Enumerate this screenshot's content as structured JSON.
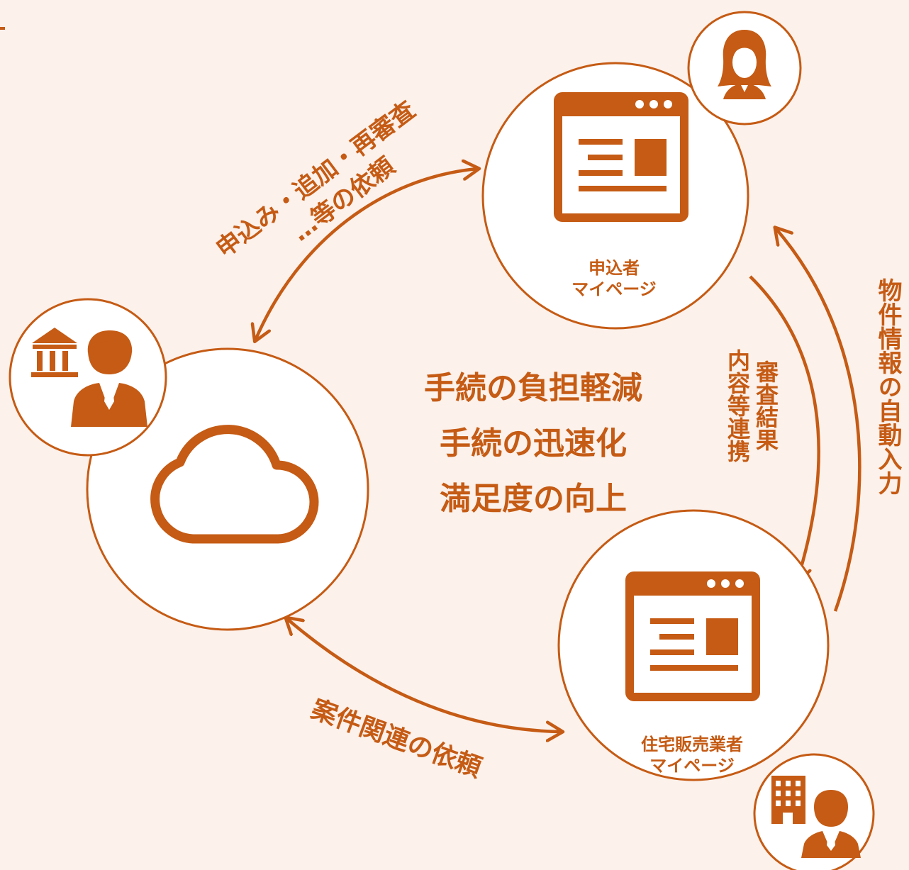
{
  "colors": {
    "accent": "#c55b14",
    "background": "#fcf1eb",
    "node_fill": "#ffffff"
  },
  "nodes": {
    "applicant": {
      "line1": "申込者",
      "line2": "マイページ",
      "icon": "browser-window-icon",
      "badge_icon": "woman-avatar-icon"
    },
    "seller": {
      "line1": "住宅販売業者",
      "line2": "マイページ",
      "icon": "browser-window-icon",
      "badge_icon": "office-building-businessman-icon"
    },
    "cloud": {
      "icon": "cloud-icon",
      "badge_icon": "bank-businessman-icon"
    }
  },
  "arrows": {
    "top_left_line1": "申込み・追加・再審査",
    "top_left_line2": "…等の依頼",
    "bottom": "案件関連の依頼",
    "inner_right_line1": "審査結果",
    "inner_right_line2": "内容等連携",
    "outer_right": "物件情報の自動入力"
  },
  "benefits": [
    "手続の負担軽減",
    "手続の迅速化",
    "満足度の向上"
  ]
}
